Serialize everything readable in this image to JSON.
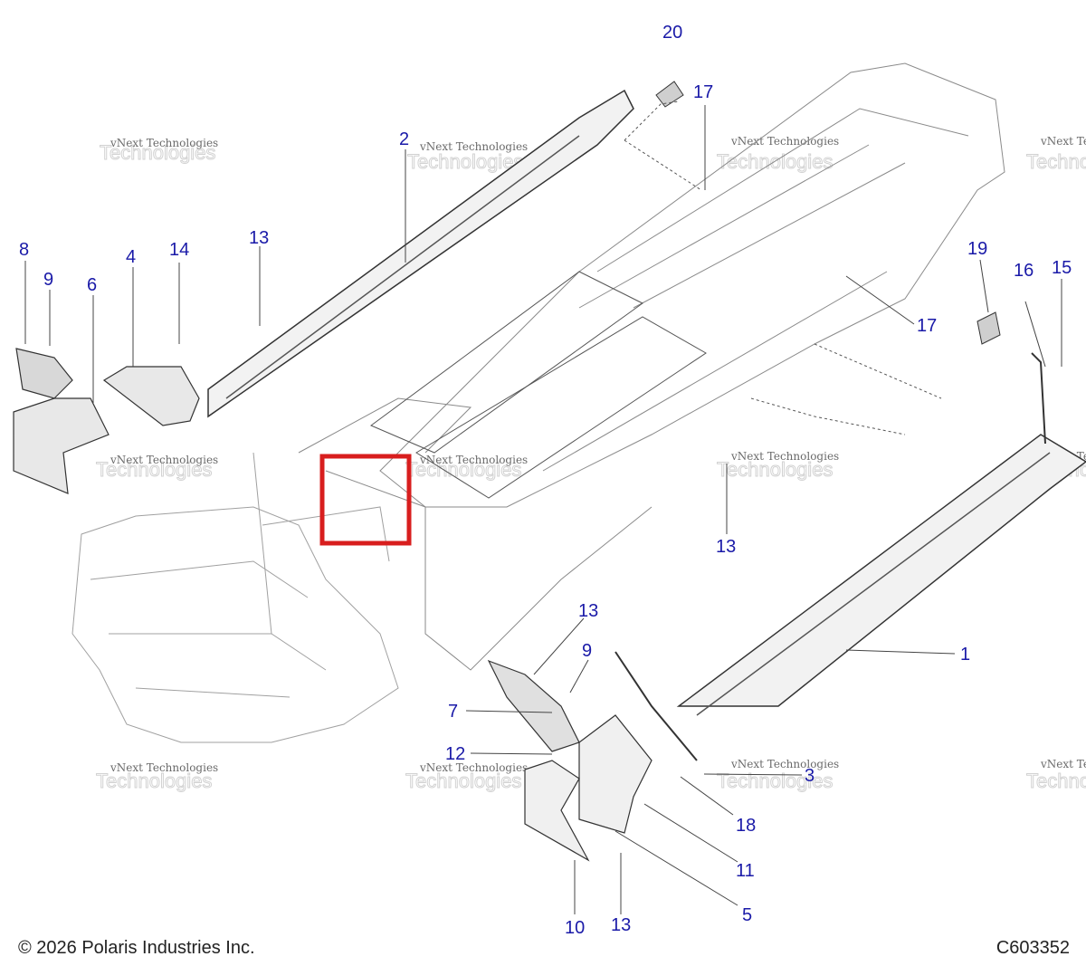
{
  "watermark": {
    "small": "vNext Technologies",
    "big": "Technologies",
    "top": "vNext"
  },
  "labels": {
    "p1": "1",
    "p2": "2",
    "p3": "3",
    "p4": "4",
    "p5": "5",
    "p6": "6",
    "p7": "7",
    "p8": "8",
    "p9a": "9",
    "p9b": "9",
    "p10": "10",
    "p11": "11",
    "p12": "12",
    "p13a": "13",
    "p13b": "13",
    "p13c": "13",
    "p13d": "13",
    "p14": "14",
    "p15": "15",
    "p16": "16",
    "p17a": "17",
    "p17b": "17",
    "p18": "18",
    "p19": "19",
    "p20": "20"
  },
  "footer": {
    "copyright": "© 2026 Polaris Industries Inc.",
    "drawing_id": "C603352"
  },
  "colors": {
    "label": "#1a1aa8",
    "highlight": "#d81e1e",
    "line": "#333333",
    "fill_part": "#eeeeee"
  }
}
